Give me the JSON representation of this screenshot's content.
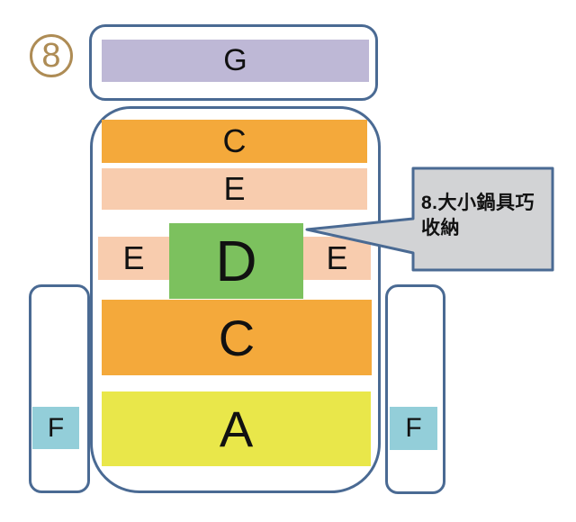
{
  "colors": {
    "outline": "#4a6a93",
    "orange": "#f4a93b",
    "pink": "#f8ccae",
    "green": "#7cc15e",
    "yellow": "#e9e74a",
    "lavender": "#beb8d6",
    "light_blue": "#93ced9",
    "callout_fill": "#d2d3d5",
    "badge_gold": "#ae8c55"
  },
  "badge": {
    "number": "8"
  },
  "top_unit": {
    "label": "G"
  },
  "cabinet": {
    "shelf_c_top": {
      "label": "C"
    },
    "shelf_e_top": {
      "label": "E"
    },
    "middle_row": {
      "left_label": "E",
      "center_label": "D",
      "right_label": "E"
    },
    "shelf_c_bottom": {
      "label": "C"
    },
    "shelf_a": {
      "label": "A"
    }
  },
  "side_units": {
    "left": {
      "label": "F"
    },
    "right": {
      "label": "F"
    }
  },
  "callout": {
    "text": "8.大小鍋具巧收納"
  }
}
